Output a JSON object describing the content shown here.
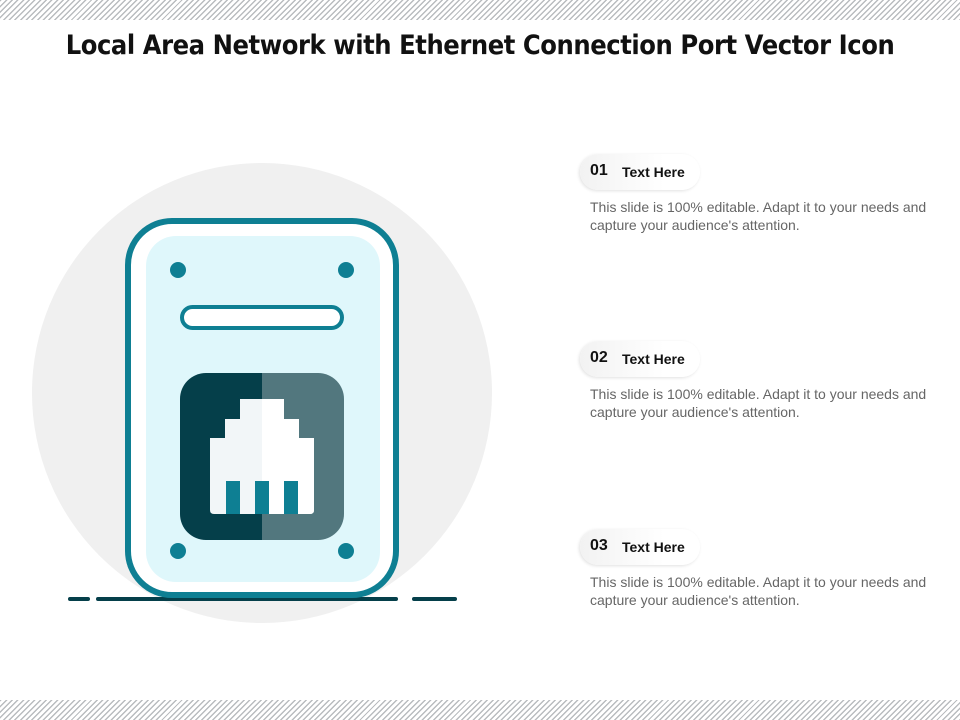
{
  "title": "Local Area Network with Ethernet Connection Port Vector Icon",
  "colors": {
    "teal": "#0e7f93",
    "dark_teal": "#053f4a",
    "slate": "#52777e",
    "light_cyan": "#dff7fb",
    "circle_bg": "#f0f0f0"
  },
  "icon": "ethernet-port-icon",
  "items": [
    {
      "number": "01",
      "label": "Text Here",
      "description": "This slide is 100% editable. Adapt it to your needs and capture your audience's attention."
    },
    {
      "number": "02",
      "label": "Text Here",
      "description": "This slide is 100% editable. Adapt it to your needs and capture your audience's attention."
    },
    {
      "number": "03",
      "label": "Text Here",
      "description": "This slide is 100% editable. Adapt it to your needs and capture your audience's attention."
    }
  ]
}
